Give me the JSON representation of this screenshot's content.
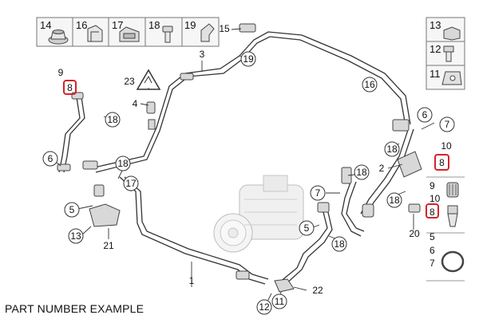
{
  "caption": "PART NUMBER EXAMPLE",
  "highlight_color": "#d4232a",
  "top_strip": {
    "cells": [
      "14",
      "16",
      "17",
      "18",
      "19"
    ]
  },
  "right_strip": {
    "cells": [
      "13",
      "12",
      "11"
    ]
  },
  "callouts": {
    "c1": "1",
    "c2": "2",
    "c3": "3",
    "c4": "4",
    "c5a": "5",
    "c5b": "5",
    "c6a": "6",
    "c6b": "6",
    "c7a": "7",
    "c7b": "7",
    "c8a": "8",
    "c8b": "8",
    "c8c": "8",
    "c9a": "9",
    "c9b": "9",
    "c10a": "10",
    "c10b": "10",
    "c11": "11",
    "c12": "12",
    "c13": "13",
    "c15": "15",
    "c16": "16",
    "c17": "17",
    "c18a": "18",
    "c18b": "18",
    "c18c": "18",
    "c18d": "18",
    "c18e": "18",
    "c19": "19",
    "c20": "20",
    "c21": "21",
    "c22": "22",
    "c23": "23",
    "r5": "5",
    "r6": "6",
    "r7": "7"
  }
}
